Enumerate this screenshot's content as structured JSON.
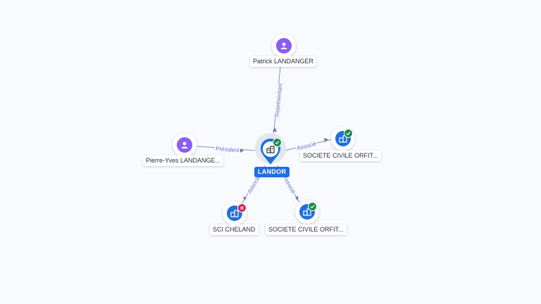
{
  "graph": {
    "center": {
      "label": "LANDOR",
      "type": "company",
      "status": "active",
      "icon": "building-icon",
      "accent": "#1f6fe0"
    },
    "nodes": [
      {
        "id": "patrick",
        "label": "Patrick LANDANGER",
        "type": "person",
        "icon": "person-icon"
      },
      {
        "id": "pierre",
        "label": "Pierre-Yves LANDANGE...",
        "type": "person",
        "icon": "person-icon"
      },
      {
        "id": "orfit1",
        "label": "SOCIETE CIVILE ORFIT...",
        "type": "company",
        "status": "active",
        "icon": "building-icon"
      },
      {
        "id": "cheland",
        "label": "SCI CHELAND",
        "type": "company",
        "status": "closed",
        "icon": "building-icon"
      },
      {
        "id": "orfit2",
        "label": "SOCIETE CIVILE ORFIT...",
        "type": "company",
        "status": "active",
        "icon": "building-icon"
      }
    ],
    "edges": [
      {
        "from": "patrick",
        "to": "center",
        "label": "Représentant"
      },
      {
        "from": "pierre",
        "to": "center",
        "label": "Président"
      },
      {
        "from": "center",
        "to": "orfit1",
        "label": "Associé"
      },
      {
        "from": "center",
        "to": "cheland",
        "label": "Associé"
      },
      {
        "from": "center",
        "to": "orfit2",
        "label": "Associé"
      }
    ],
    "colors": {
      "person": "#8b5cf6",
      "company": "#1f6fe0",
      "active": "#1f8a4c",
      "closed": "#d92651",
      "edge": "#8893b8",
      "edge_label": "#6674c9"
    }
  }
}
